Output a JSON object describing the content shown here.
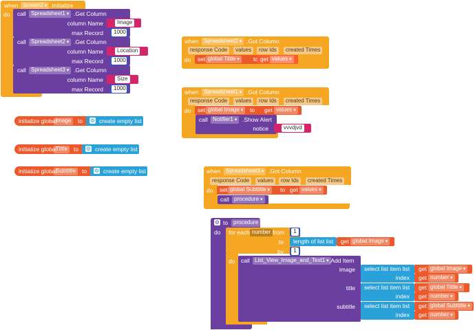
{
  "init_event": {
    "when": "when",
    "screen": "Screen2",
    "event": ".Initialize",
    "do": "do",
    "calls": [
      {
        "call": "call",
        "component": "Spreadsheet1",
        "method": ".Get Column",
        "p1": "column Name",
        "v1": "Image",
        "p2": "max Record",
        "v2": "1000"
      },
      {
        "call": "call",
        "component": "Spreadsheet2",
        "method": ".Get Column",
        "p1": "column Name",
        "v1": "Location",
        "p2": "max Record",
        "v2": "1000"
      },
      {
        "call": "call",
        "component": "Spreadsheet3",
        "method": ".Get Column",
        "p1": "column Name",
        "v1": "Size",
        "p2": "max Record",
        "v2": "1000"
      }
    ]
  },
  "globals": [
    {
      "init": "initialize global",
      "name": "Image",
      "to": "to",
      "value": "create empty list"
    },
    {
      "init": "initialize global",
      "name": "Tittle",
      "to": "to",
      "value": "create empty list"
    },
    {
      "init": "initialize global",
      "name": "Subttitle",
      "to": "to",
      "value": "create empty list"
    }
  ],
  "gc2": {
    "when": "when",
    "component": "Spreadsheet2",
    "event": ".Got Column",
    "params": [
      "response Code",
      "values",
      "row Ids",
      "created Times"
    ],
    "do": "do",
    "set": "set",
    "var": "global Tittle",
    "to": "to",
    "get": "get",
    "getvar": "values"
  },
  "gc1": {
    "when": "when",
    "component": "Spreadsheet1",
    "event": ".Got Column",
    "params": [
      "response Code",
      "values",
      "row Ids",
      "created Times"
    ],
    "do": "do",
    "set": "set",
    "var": "global Image",
    "to": "to",
    "get": "get",
    "getvar": "values",
    "call": "call",
    "notifier": "Notifier1",
    "method": ".Show Alert",
    "notice": "notice",
    "notice_val": "vvvdjvd"
  },
  "gc3": {
    "when": "when",
    "component": "Spreadsheet3",
    "event": ".Got Column",
    "params": [
      "response Code",
      "values",
      "row Ids",
      "created Times"
    ],
    "do": "do",
    "set": "set",
    "var": "global Subttitle",
    "to": "to",
    "get": "get",
    "getvar": "values",
    "call": "call",
    "proc": "procedure"
  },
  "proc": {
    "to": "to",
    "name": "procedure",
    "do": "do",
    "foreach": "for each",
    "var": "number",
    "from": "from",
    "from_val": "1",
    "to2": "to",
    "len": "length of list  list",
    "get": "get",
    "len_var": "global Image",
    "by": "by",
    "by_val": "1",
    "do2": "do",
    "call": "call",
    "component": "List_View_Image_and_Text1",
    "method": ".Add Item",
    "rows": [
      {
        "label": "image",
        "select": "select list item  list",
        "getvar": "global Image",
        "index": "index",
        "idxvar": "number"
      },
      {
        "label": "title",
        "select": "select list item  list",
        "getvar": "global Tittle",
        "index": "index",
        "idxvar": "number"
      },
      {
        "label": "subtitle",
        "select": "select list item  list",
        "getvar": "global Subttitle",
        "index": "index",
        "idxvar": "number"
      }
    ]
  }
}
